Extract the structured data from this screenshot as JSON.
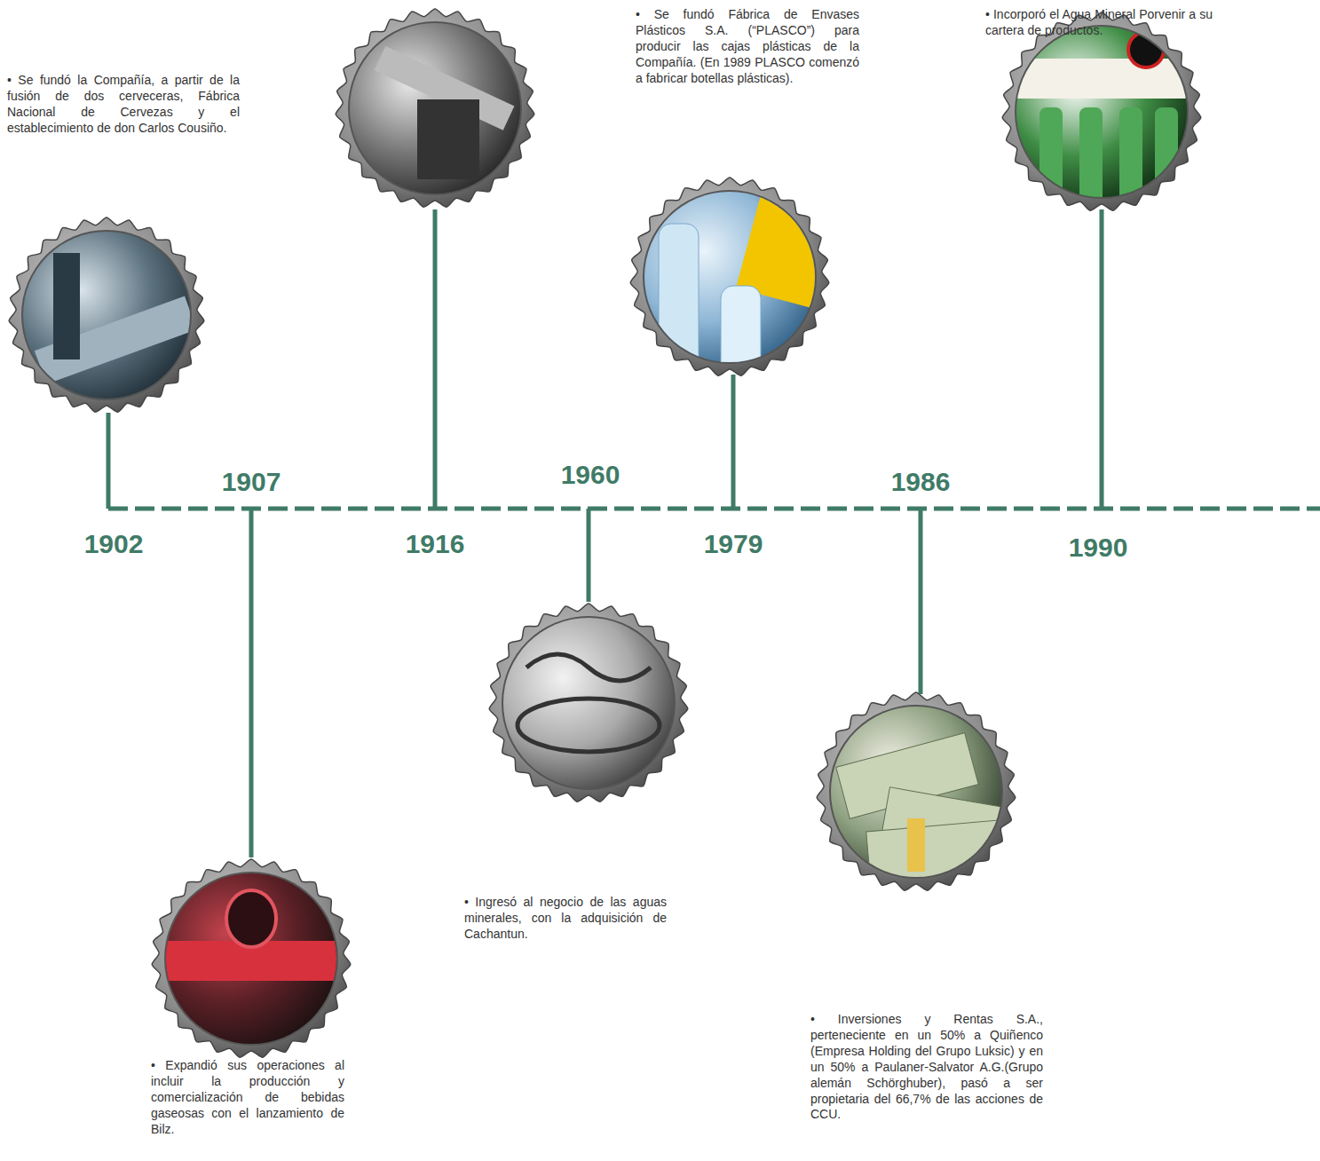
{
  "diagram": {
    "labels": [
      "1902",
      "1907",
      "1916",
      "1960",
      "1979",
      "1986",
      "1990",
      "• Se fundó la Compañía, a partir de la fusión de dos cerveceras, Fábrica Nacional de Cervezas y el establecimiento de don Carlos Cousiño.",
      "• Expandió sus operaciones al incluir la producción y comercialización de bebidas gaseosas con el lanzamiento de Bilz.",
      "• Ingresó al negocio de las aguas minerales, con la adquisición de Cachantun.",
      "• Se fundó Fábrica de Envases Plásticos S.A. (“PLASCO”) para producir las cajas plásticas de la Compañía. (En 1989 PLASCO comenzó a fabricar botellas plásticas).",
      "• Inversiones y Rentas S.A., perteneciente en un 50% a Quiñenco (Empresa Holding del Grupo Luksic) y en un 50% a Paulaner-Salvator A.G.(Grupo alemán Schörghuber), pasó a ser propietaria del 66,7% de las acciones de CCU.",
      "• Incorporó el Agua Mineral Porvenir a su cartera de productos."
    ]
  }
}
